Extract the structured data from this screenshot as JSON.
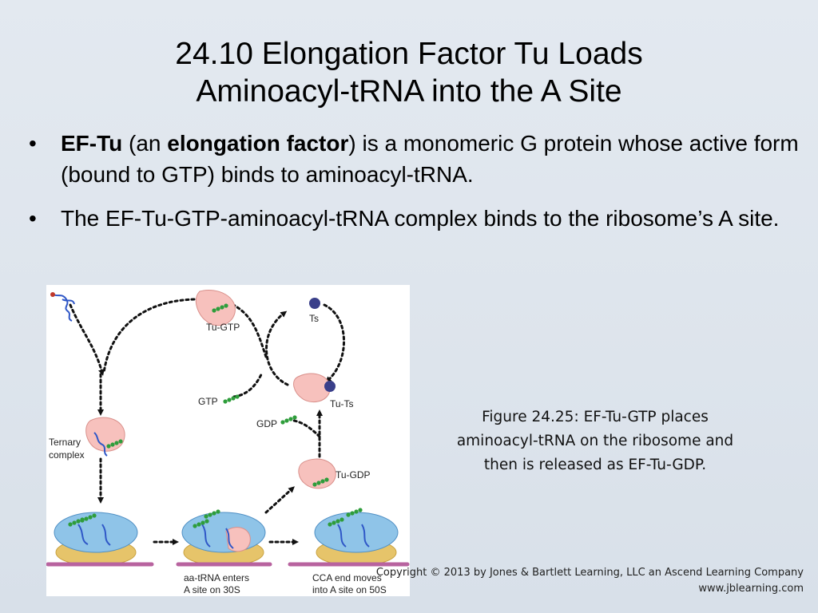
{
  "slide": {
    "title_line1": "24.10  Elongation Factor Tu Loads",
    "title_line2": "Aminoacyl-tRNA into the A Site"
  },
  "bullets": [
    {
      "marker": "•",
      "bold1": "EF-Tu",
      "text1": " (an ",
      "bold2": "elongation factor",
      "text2": ") is a monomeric G protein whose active form (bound to GTP) binds to aminoacyl-tRNA."
    },
    {
      "marker": "•",
      "text": "The EF-Tu-GTP-aminoacyl-tRNA complex binds to the ribosome’s A site."
    }
  ],
  "figure": {
    "labels": {
      "tu_gtp": "Tu-GTP",
      "ts": "Ts",
      "gtp": "GTP",
      "gdp": "GDP",
      "tu_ts": "Tu-Ts",
      "ternary_line1": "Ternary",
      "ternary_line2": "complex",
      "tu_gdp": "Tu-GDP",
      "aa_trna_line1": "aa-tRNA enters",
      "aa_trna_line2": "A site on 30S",
      "cca_line1": "CCA end moves",
      "cca_line2": "into A site on 50S"
    },
    "colors": {
      "ef_tu": "#f7c1bd",
      "ribosome_small": "#e6c46a",
      "ribosome_large": "#8fc4e8",
      "mrna": "#b8639f",
      "amino_acids": "#2e9d3b",
      "ts": "#3a3f8a"
    }
  },
  "caption": {
    "line1": "Figure 24.25: EF-Tu-GTP places",
    "line2": "aminoacyl-tRNA on the ribosome and",
    "line3": "then is released as EF-Tu-GDP."
  },
  "copyright": {
    "line1": "Copyright © 2013 by Jones & Bartlett Learning, LLC an Ascend Learning Company",
    "line2": "www.jblearning.com"
  }
}
